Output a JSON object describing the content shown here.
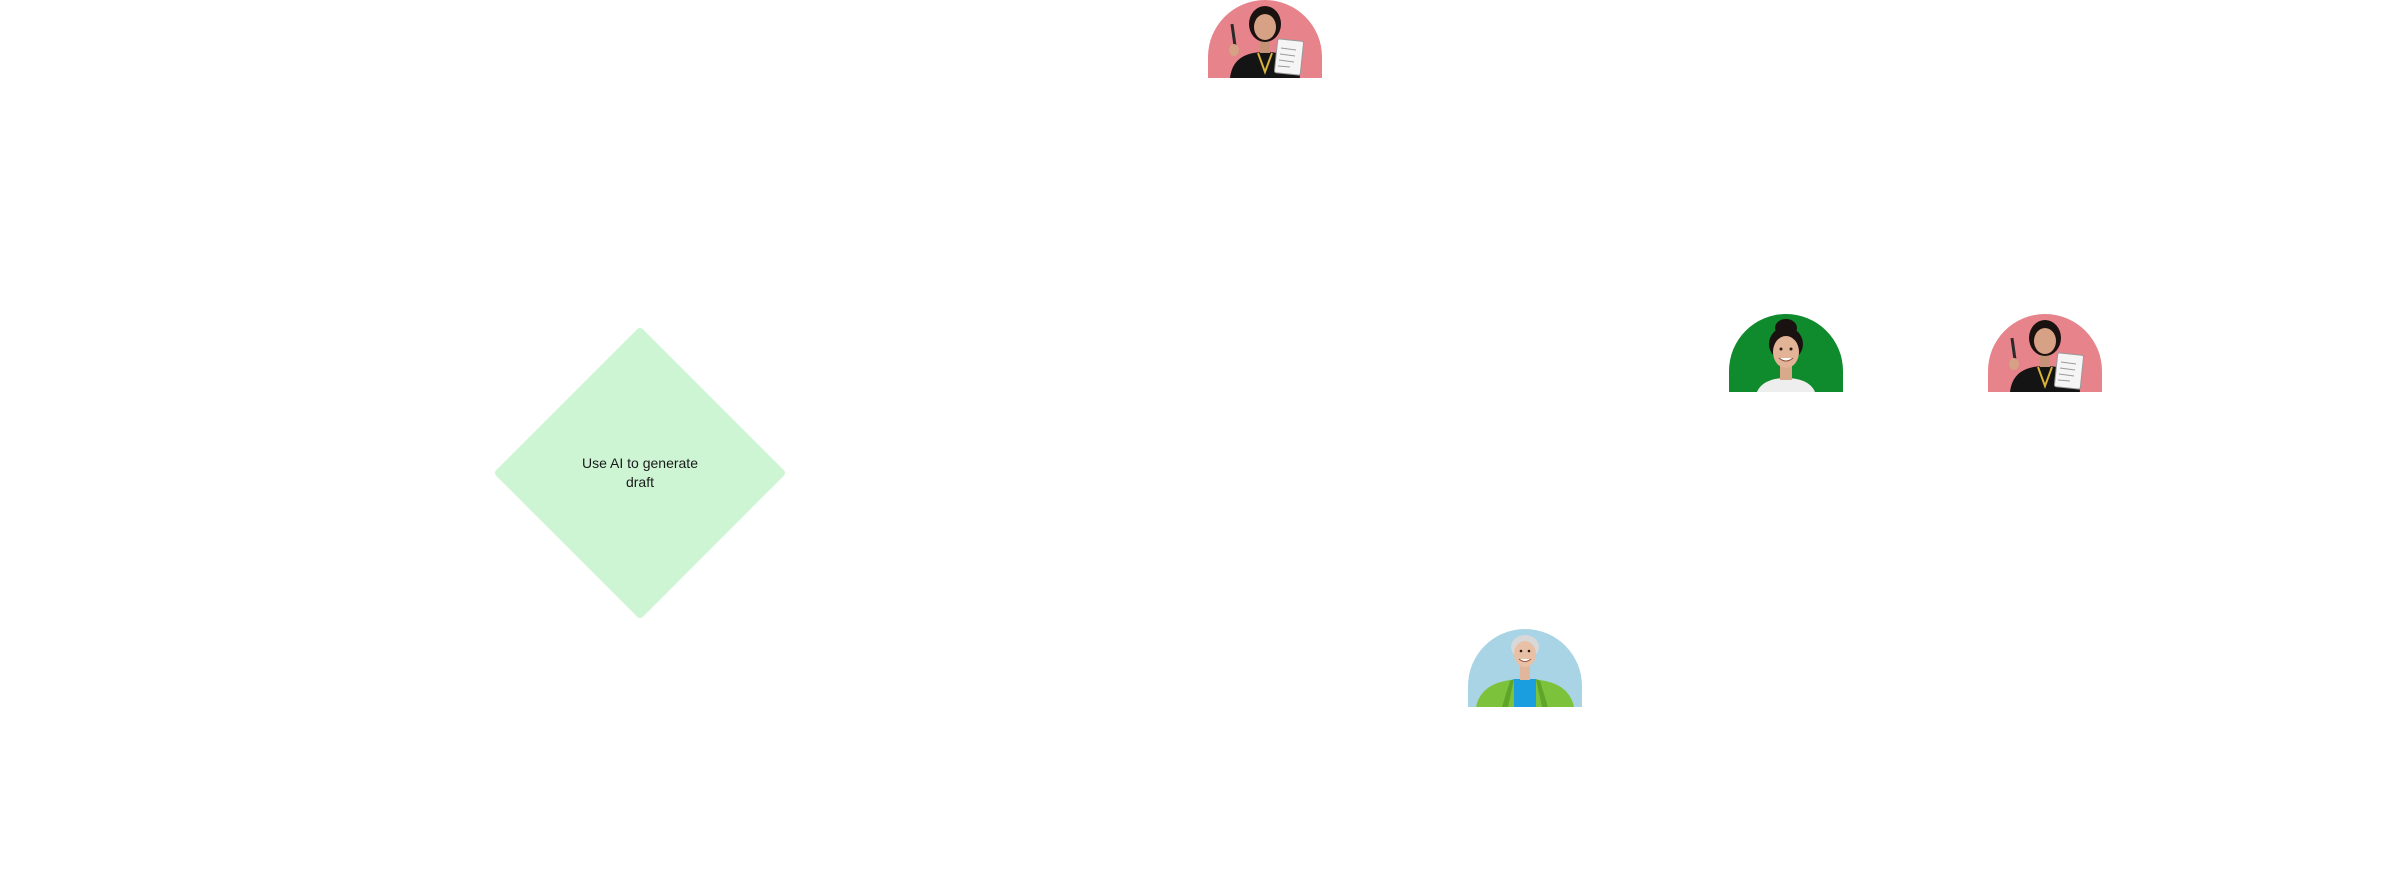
{
  "canvas": {
    "background": "#ffffff"
  },
  "decision_node": {
    "label": "Use AI to generate draft",
    "fill_color": "#cdf5d3"
  },
  "avatars": [
    {
      "name": "person-avatar-1",
      "background_color": "#e6838b",
      "icon": "woman-holding-notepad"
    },
    {
      "name": "person-avatar-2",
      "background_color": "#0f8a2c",
      "icon": "woman-smiling"
    },
    {
      "name": "person-avatar-3",
      "background_color": "#e6838b",
      "icon": "woman-holding-notepad"
    },
    {
      "name": "person-avatar-4",
      "background_color": "#a8d4e6",
      "icon": "older-woman-green-jacket"
    }
  ]
}
